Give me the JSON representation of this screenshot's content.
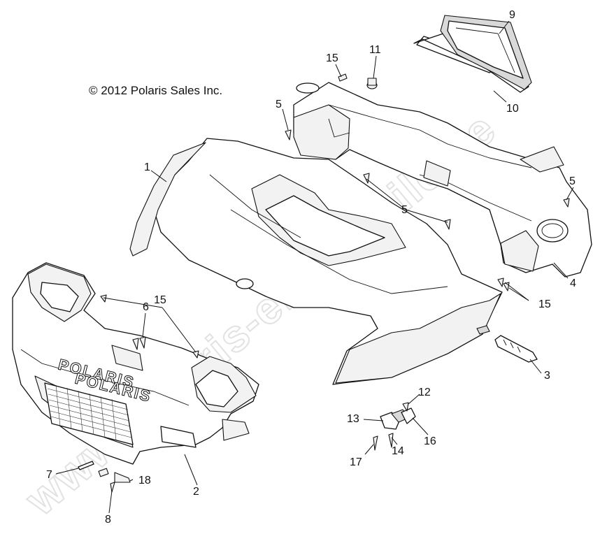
{
  "copyright": "© 2012 Polaris Sales Inc.",
  "watermark": "www.polaris-ersatzteile.de",
  "brand_on_part": "POLARIS",
  "callouts": [
    {
      "id": "c1",
      "label": "1"
    },
    {
      "id": "c2",
      "label": "2"
    },
    {
      "id": "c3",
      "label": "3"
    },
    {
      "id": "c4",
      "label": "4"
    },
    {
      "id": "c5a",
      "label": "5"
    },
    {
      "id": "c5b",
      "label": "5"
    },
    {
      "id": "c5c",
      "label": "5"
    },
    {
      "id": "c6",
      "label": "6"
    },
    {
      "id": "c7",
      "label": "7"
    },
    {
      "id": "c8",
      "label": "8"
    },
    {
      "id": "c9",
      "label": "9"
    },
    {
      "id": "c10",
      "label": "10"
    },
    {
      "id": "c11",
      "label": "11"
    },
    {
      "id": "c12",
      "label": "12"
    },
    {
      "id": "c13",
      "label": "13"
    },
    {
      "id": "c14",
      "label": "14"
    },
    {
      "id": "c15a",
      "label": "15"
    },
    {
      "id": "c15b",
      "label": "15"
    },
    {
      "id": "c15c",
      "label": "15"
    },
    {
      "id": "c16",
      "label": "16"
    },
    {
      "id": "c17",
      "label": "17"
    },
    {
      "id": "c18",
      "label": "18"
    }
  ]
}
